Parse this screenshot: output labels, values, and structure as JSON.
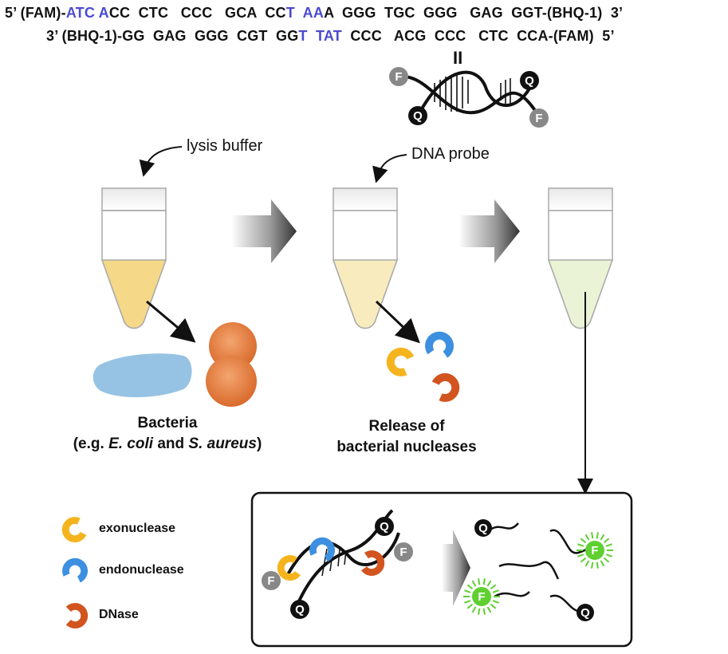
{
  "sequence": {
    "line1": [
      {
        "t": "5’ (FAM)-",
        "c": ""
      },
      {
        "t": "ATC A",
        "c": "blue"
      },
      {
        "t": "CC  CTC   CCC   GCA  CC",
        "c": ""
      },
      {
        "t": "T  AA",
        "c": "blue"
      },
      {
        "t": "A  GGG  TGC  GGG   GAG  GGT-(BHQ-1)  3’",
        "c": ""
      }
    ],
    "line2": [
      {
        "t": "3’ (BHQ-1)-GG  GAG  GGG  CGT  GG",
        "c": ""
      },
      {
        "t": "T  TAT",
        "c": "blue"
      },
      {
        "t": "  CCC   ACG  CCC   CTC  CCA-(FAM)  5’",
        "c": ""
      }
    ]
  },
  "labels": {
    "equals": "II",
    "lysis_buffer": "lysis buffer",
    "dna_probe": "DNA probe",
    "bacteria_line1": "Bacteria",
    "bacteria_line2_pre": "(e.g. ",
    "bacteria_line2_ecoli": "E. coli",
    "bacteria_line2_mid": " and ",
    "bacteria_line2_saureus": "S. aureus",
    "bacteria_line2_post": ")",
    "release_line1": "Release of",
    "release_line2": "bacterial nucleases",
    "fluor_letter": "F",
    "quench_letter": "Q"
  },
  "legend": {
    "items": [
      {
        "name": "exonuclease",
        "color": "#f5b41e"
      },
      {
        "name": "endonuclease",
        "color": "#3d8fe0"
      },
      {
        "name": "DNase",
        "color": "#d2541f"
      }
    ]
  },
  "colors": {
    "sequence_highlight": "#4a4ad0",
    "tube1_liquid": "#f6d889",
    "tube2_liquid": "#f8ecbf",
    "tube3_liquid": "#eaf3d6",
    "fluor_grey": "#888888",
    "fluor_green": "#5fd030",
    "quencher": "#111111"
  }
}
